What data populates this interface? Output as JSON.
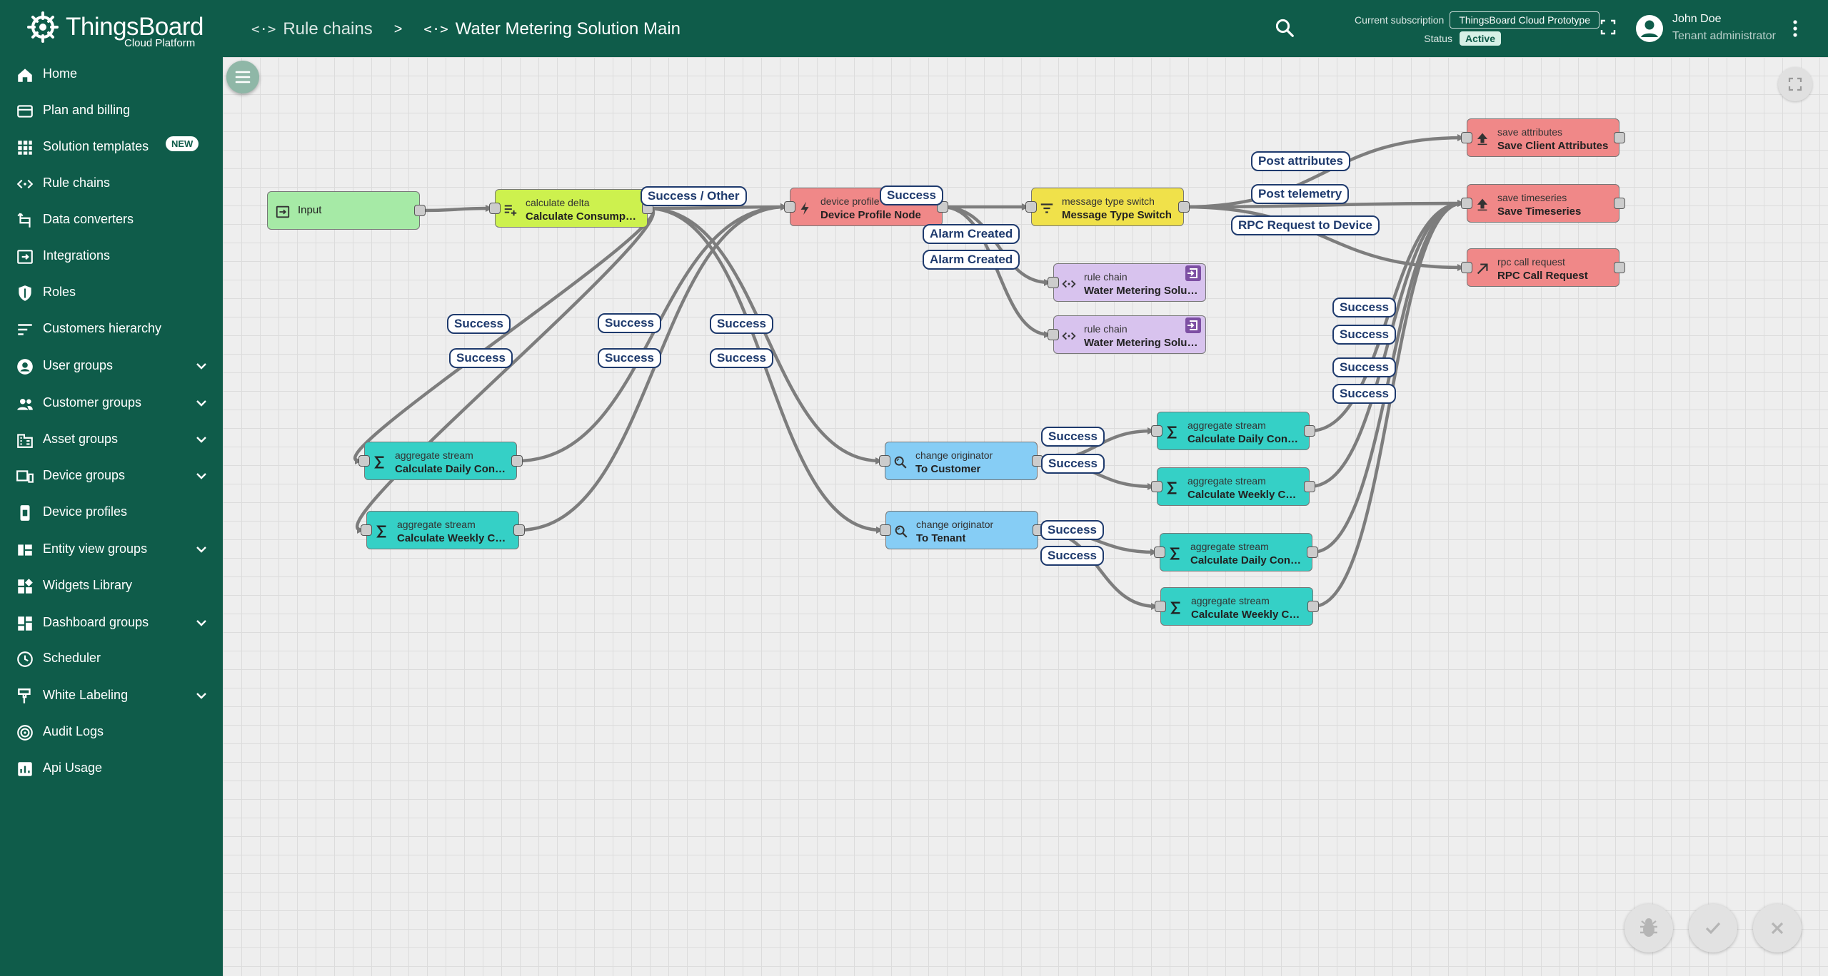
{
  "app": {
    "title": "ThingsBoard",
    "subtitle": "Cloud Platform"
  },
  "breadcrumbs": [
    {
      "label": "Rule chains",
      "icon": "rule-chain-icon"
    },
    {
      "label": "Water Metering Solution Main",
      "icon": "rule-chain-icon"
    }
  ],
  "breadcrumb_sep": ">",
  "subscription": {
    "label": "Current subscription",
    "plan": "ThingsBoard Cloud Prototype",
    "status_label": "Status",
    "status": "Active"
  },
  "user": {
    "name": "John Doe",
    "role": "Tenant administrator"
  },
  "colors": {
    "primary": "#0f5c4a",
    "edge_label": "#1e3a6d"
  },
  "sidebar": {
    "items": [
      {
        "label": "Home",
        "icon": "home-icon"
      },
      {
        "label": "Plan and billing",
        "icon": "billing-icon"
      },
      {
        "label": "Solution templates",
        "icon": "apps-icon",
        "badge": "NEW"
      },
      {
        "label": "Rule chains",
        "icon": "rule-chain-icon"
      },
      {
        "label": "Data converters",
        "icon": "converter-icon"
      },
      {
        "label": "Integrations",
        "icon": "integration-icon"
      },
      {
        "label": "Roles",
        "icon": "security-icon"
      },
      {
        "label": "Customers hierarchy",
        "icon": "hierarchy-icon"
      },
      {
        "label": "User groups",
        "icon": "user-icon",
        "expandable": true
      },
      {
        "label": "Customer groups",
        "icon": "group-icon",
        "expandable": true
      },
      {
        "label": "Asset groups",
        "icon": "asset-icon",
        "expandable": true
      },
      {
        "label": "Device groups",
        "icon": "device-icon",
        "expandable": true
      },
      {
        "label": "Device profiles",
        "icon": "device-profile-icon"
      },
      {
        "label": "Entity view groups",
        "icon": "entity-view-icon",
        "expandable": true
      },
      {
        "label": "Widgets Library",
        "icon": "widgets-icon"
      },
      {
        "label": "Dashboard groups",
        "icon": "dashboard-icon",
        "expandable": true
      },
      {
        "label": "Scheduler",
        "icon": "clock-icon"
      },
      {
        "label": "White Labeling",
        "icon": "brush-icon",
        "expandable": true
      },
      {
        "label": "Audit Logs",
        "icon": "audit-icon"
      },
      {
        "label": "Api Usage",
        "icon": "chart-icon"
      }
    ]
  },
  "nodes": [
    {
      "id": "input",
      "type": "",
      "name": "Input",
      "color": "#a6eaa6",
      "icon": "input-icon"
    },
    {
      "id": "delta",
      "type": "calculate delta",
      "name": "Calculate Consumptio...",
      "color": "#cdf14e",
      "icon": "calculate-icon"
    },
    {
      "id": "profile",
      "type": "device profile",
      "name": "Device Profile Node",
      "color": "#f08888",
      "icon": "bolt-icon"
    },
    {
      "id": "switch",
      "type": "message type switch",
      "name": "Message Type Switch",
      "color": "#f0e14a",
      "icon": "filter-icon"
    },
    {
      "id": "saveattr",
      "type": "save attributes",
      "name": "Save Client Attributes",
      "color": "#f08888",
      "icon": "upload-icon"
    },
    {
      "id": "savets",
      "type": "save timeseries",
      "name": "Save Timeseries",
      "color": "#f08888",
      "icon": "upload-icon"
    },
    {
      "id": "rpc",
      "type": "rpc call request",
      "name": "RPC Call Request",
      "color": "#f08888",
      "icon": "arrow-icon"
    },
    {
      "id": "rc1",
      "type": "rule chain",
      "name": "Water Metering Soluti...",
      "color": "#d8c3ee",
      "icon": "rule-chain-icon"
    },
    {
      "id": "rc2",
      "type": "rule chain",
      "name": "Water Metering Soluti...",
      "color": "#d8c3ee",
      "icon": "rule-chain-icon"
    },
    {
      "id": "agg1",
      "type": "aggregate stream",
      "name": "Calculate Daily Consu...",
      "color": "#35d0c6",
      "icon": "sigma-icon"
    },
    {
      "id": "agg2",
      "type": "aggregate stream",
      "name": "Calculate Weekly Con...",
      "color": "#35d0c6",
      "icon": "sigma-icon"
    },
    {
      "id": "co1",
      "type": "change originator",
      "name": "To Customer",
      "color": "#86cdf5",
      "icon": "search-icon"
    },
    {
      "id": "co2",
      "type": "change originator",
      "name": "To Tenant",
      "color": "#86cdf5",
      "icon": "search-icon"
    },
    {
      "id": "agg3",
      "type": "aggregate stream",
      "name": "Calculate Daily Consu...",
      "color": "#35d0c6",
      "icon": "sigma-icon"
    },
    {
      "id": "agg4",
      "type": "aggregate stream",
      "name": "Calculate Weekly Con...",
      "color": "#35d0c6",
      "icon": "sigma-icon"
    },
    {
      "id": "agg5",
      "type": "aggregate stream",
      "name": "Calculate Daily Consu...",
      "color": "#35d0c6",
      "icon": "sigma-icon"
    },
    {
      "id": "agg6",
      "type": "aggregate stream",
      "name": "Calculate Weekly Con...",
      "color": "#35d0c6",
      "icon": "sigma-icon"
    }
  ],
  "edge_labels": [
    "Success / Other",
    "Success",
    "Alarm Created",
    "Alarm Created",
    "Post attributes",
    "Post telemetry",
    "RPC Request to Device",
    "Success",
    "Success",
    "Success",
    "Success",
    "Success",
    "Success",
    "Success",
    "Success",
    "Success",
    "Success",
    "Success",
    "Success",
    "Success",
    "Success"
  ]
}
